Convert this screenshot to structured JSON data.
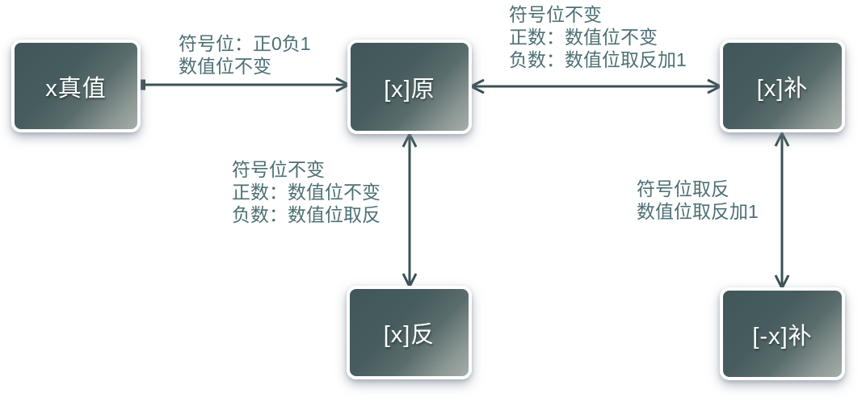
{
  "nodes": {
    "true_value": {
      "label": "x真值"
    },
    "original": {
      "label": "[x]原"
    },
    "complement": {
      "label": "[x]补"
    },
    "inverse": {
      "label": "[x]反"
    },
    "neg_complement": {
      "label": "[-x]补"
    }
  },
  "edges": {
    "true_to_original": {
      "from": "x真值",
      "to": "[x]原",
      "direction": "one-way",
      "lines": [
        "符号位：正0负1",
        "数值位不变"
      ]
    },
    "original_complement": {
      "from": "[x]原",
      "to": "[x]补",
      "direction": "two-way",
      "lines": [
        "符号位不变",
        "正数：数值位不变",
        "负数：数值位取反加1"
      ]
    },
    "original_inverse": {
      "from": "[x]原",
      "to": "[x]反",
      "direction": "two-way",
      "lines": [
        "符号位不变",
        "正数：数值位不变",
        "负数：数值位取反"
      ]
    },
    "complement_neg_complement": {
      "from": "[x]补",
      "to": "[-x]补",
      "direction": "two-way",
      "lines": [
        "符号位取反",
        "数值位取反加1"
      ]
    }
  },
  "colors": {
    "box_dark": "#405759",
    "box_light": "#a4aeaa",
    "arrow": "#3a5154",
    "label_text": "#4d7074",
    "box_text": "#ffffff",
    "background": "#ffffff"
  }
}
